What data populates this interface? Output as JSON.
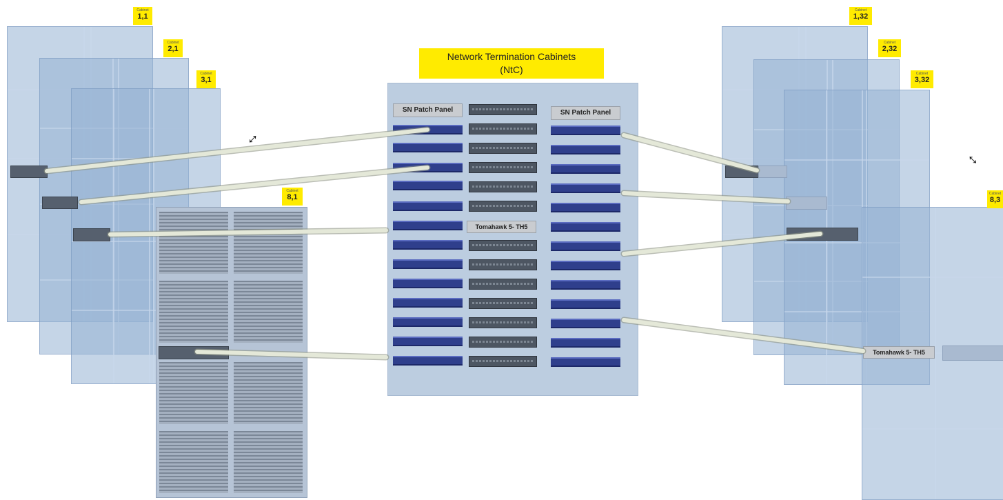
{
  "title": {
    "line1": "Network Termination Cabinets",
    "line2": "(NtC)"
  },
  "ntc": {
    "left_panel_label": "SN Patch Panel",
    "right_panel_label": "SN Patch Panel",
    "switch_label": "Tomahawk 5- TH5"
  },
  "left_cabinets": [
    {
      "small": "Cabinet",
      "id": "1,1"
    },
    {
      "small": "Cabinet",
      "id": "2,1"
    },
    {
      "small": "Cabinet",
      "id": "3,1"
    },
    {
      "small": "Cabinet",
      "id": "8,1"
    }
  ],
  "right_cabinets": [
    {
      "small": "Cabinet",
      "id": "1,32"
    },
    {
      "small": "Cabinet",
      "id": "2,32"
    },
    {
      "small": "Cabinet",
      "id": "3,32"
    },
    {
      "small": "Cabinet",
      "id": "8,3"
    }
  ],
  "right_switch_label": "Tomahawk 5- TH5",
  "colors": {
    "tag": "#ffeb00",
    "cabinet": "#96b2d4",
    "patch": "#2f3f8c",
    "cable": "#e4e8d8"
  }
}
